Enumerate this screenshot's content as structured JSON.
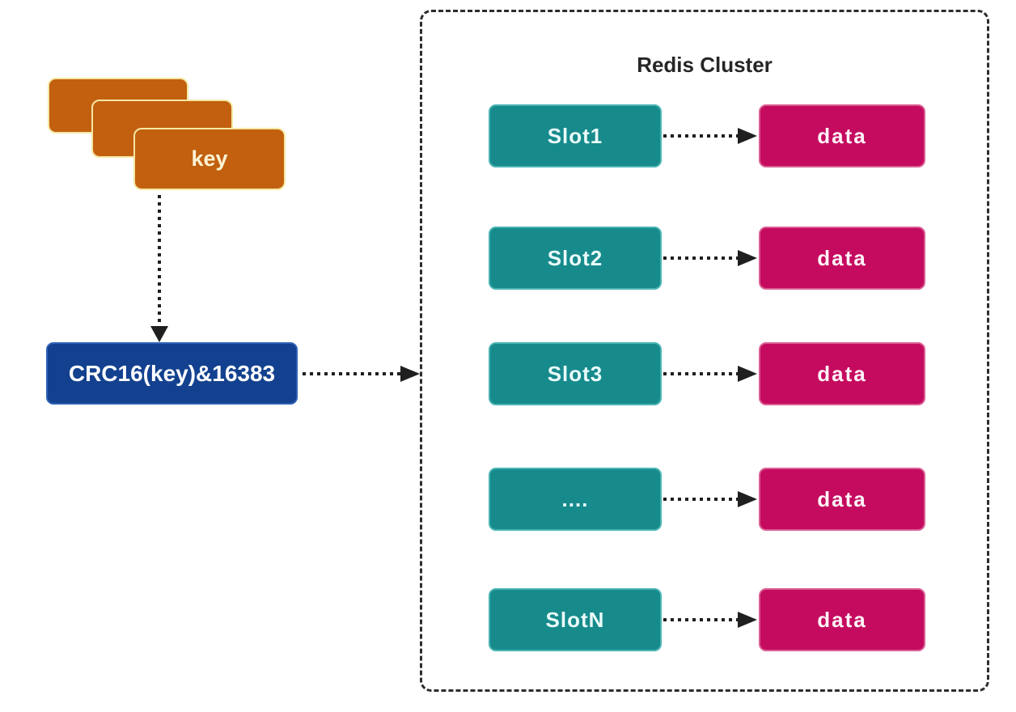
{
  "colors": {
    "key_fill": "#C2600F",
    "key_border": "#F5E7A3",
    "key_text": "#FCF3D4",
    "hash_fill": "#13418F",
    "hash_border": "#2F62B5",
    "hash_text": "#FFFFFF",
    "slot_fill": "#178A8C",
    "slot_border": "#49B4B3",
    "slot_text": "#EAFBFA",
    "data_fill": "#C40B5F",
    "data_border": "#DA5F93",
    "data_text": "#FFF3F8",
    "arrow": "#1F1F1F",
    "cluster_border": "#2D2D2D",
    "title_text": "#262626",
    "background": "#FFFFFF"
  },
  "key_stack": {
    "label": "key"
  },
  "hash_function": {
    "label": "CRC16(key)&16383"
  },
  "cluster": {
    "title": "Redis Cluster",
    "rows": [
      {
        "slot": "Slot1",
        "data": "data"
      },
      {
        "slot": "Slot2",
        "data": "data"
      },
      {
        "slot": "Slot3",
        "data": "data"
      },
      {
        "slot": "....",
        "data": "data"
      },
      {
        "slot": "SlotN",
        "data": "data"
      }
    ]
  }
}
